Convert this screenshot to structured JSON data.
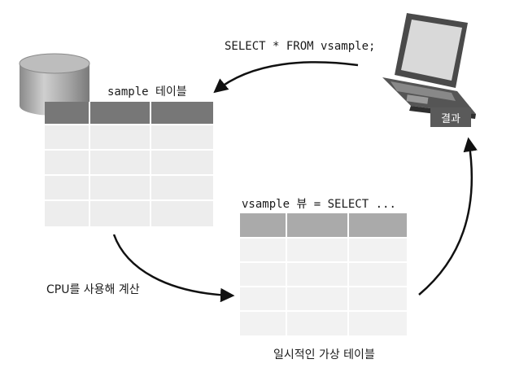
{
  "query_label": "SELECT * FROM vsample;",
  "sample_table_label": "sample 테이블",
  "view_label": "vsample 뷰 = SELECT ...",
  "cpu_label": "CPU를 사용해 계산",
  "temp_table_label": "일시적인 가상 테이블",
  "result_label": "결과",
  "icons": [
    "database-icon",
    "laptop-icon"
  ],
  "colors": {
    "header": "#777777",
    "body": "#eeeeee",
    "grid": "#ffffff",
    "badge": "#5a5a5a",
    "arrow": "#111111"
  }
}
